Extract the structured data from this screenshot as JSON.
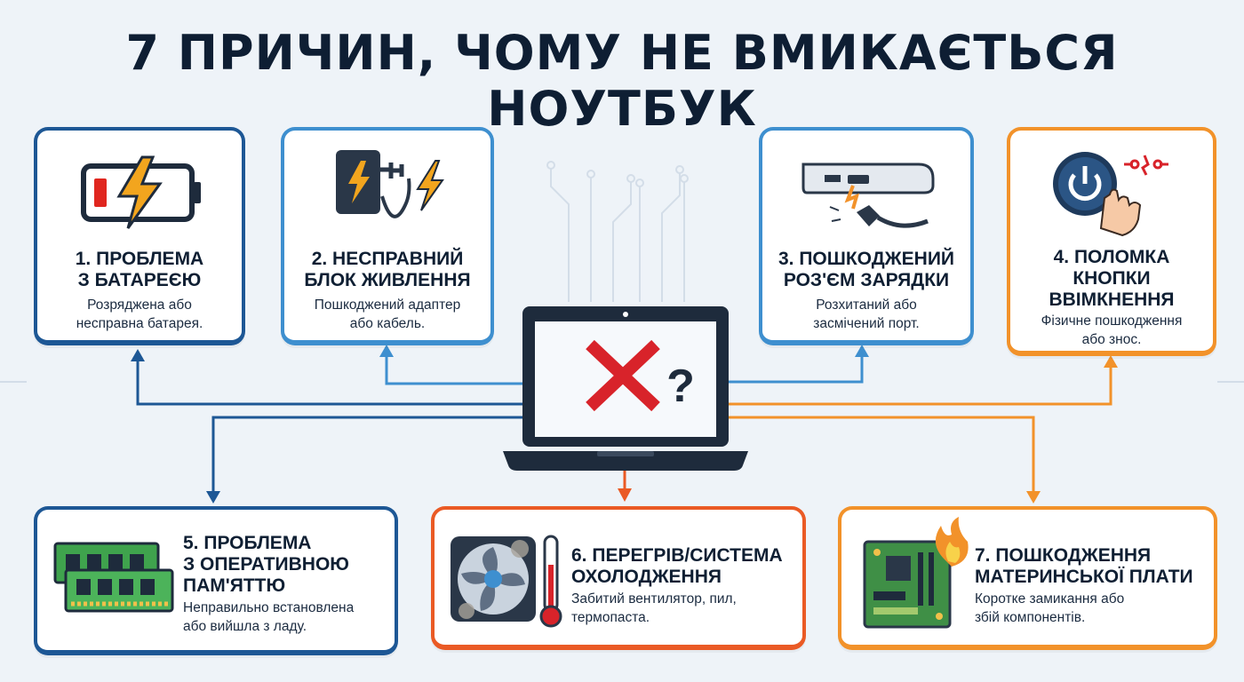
{
  "title": "7 ПРИЧИН, ЧОМУ НЕ ВМИКАЄТЬСЯ НОУТБУК",
  "causes": [
    {
      "heading_l1": "1. ПРОБЛЕМА",
      "heading_l2": "З БАТАРЕЄЮ",
      "desc_l1": "Розряджена або",
      "desc_l2": "несправна батарея.",
      "icon": "battery-low-icon",
      "color": "#1d5795"
    },
    {
      "heading_l1": "2. НЕСПРАВНИЙ",
      "heading_l2": "БЛОК ЖИВЛЕННЯ",
      "desc_l1": "Пошкоджений адаптер",
      "desc_l2": "або кабель.",
      "icon": "power-adapter-icon",
      "color": "#3e8fcf"
    },
    {
      "heading_l1": "3. ПОШКОДЖЕНИЙ",
      "heading_l2": "РОЗ'ЄМ ЗАРЯДКИ",
      "desc_l1": "Розхитаний або",
      "desc_l2": "засмічений порт.",
      "icon": "charging-port-icon",
      "color": "#3e8fcf"
    },
    {
      "heading_l1": "4. ПОЛОМКА",
      "heading_l2": "КНОПКИ",
      "heading_l3": "ВВІМКНЕННЯ",
      "desc_l1": "Фізичне пошкодження",
      "desc_l2": "або знос.",
      "icon": "power-button-icon",
      "color": "#f2922a"
    },
    {
      "heading_l1": "5. ПРОБЛЕМА",
      "heading_l2": "З ОПЕРАТИВНОЮ",
      "heading_l3": "ПАМ'ЯТТЮ",
      "desc_l1": "Неправильно встановлена",
      "desc_l2": "або вийшла з ладу.",
      "icon": "ram-module-icon",
      "color": "#1d5795"
    },
    {
      "heading_l1": "6. ПЕРЕГРІВ/СИСТЕМА",
      "heading_l2": "ОХОЛОДЖЕННЯ",
      "desc_l1": "Забитий вентилятор, пил,",
      "desc_l2": "термопаста.",
      "icon": "fan-thermometer-icon",
      "color": "#ea5a25"
    },
    {
      "heading_l1": "7. ПОШКОДЖЕННЯ",
      "heading_l2": "МАТЕРИНСЬКОЇ ПЛАТИ",
      "desc_l1": "Коротке замикання або",
      "desc_l2": "збій компонентів.",
      "icon": "motherboard-fire-icon",
      "color": "#f2922a"
    }
  ],
  "center": {
    "icon": "laptop-error-icon",
    "mark": "?"
  }
}
